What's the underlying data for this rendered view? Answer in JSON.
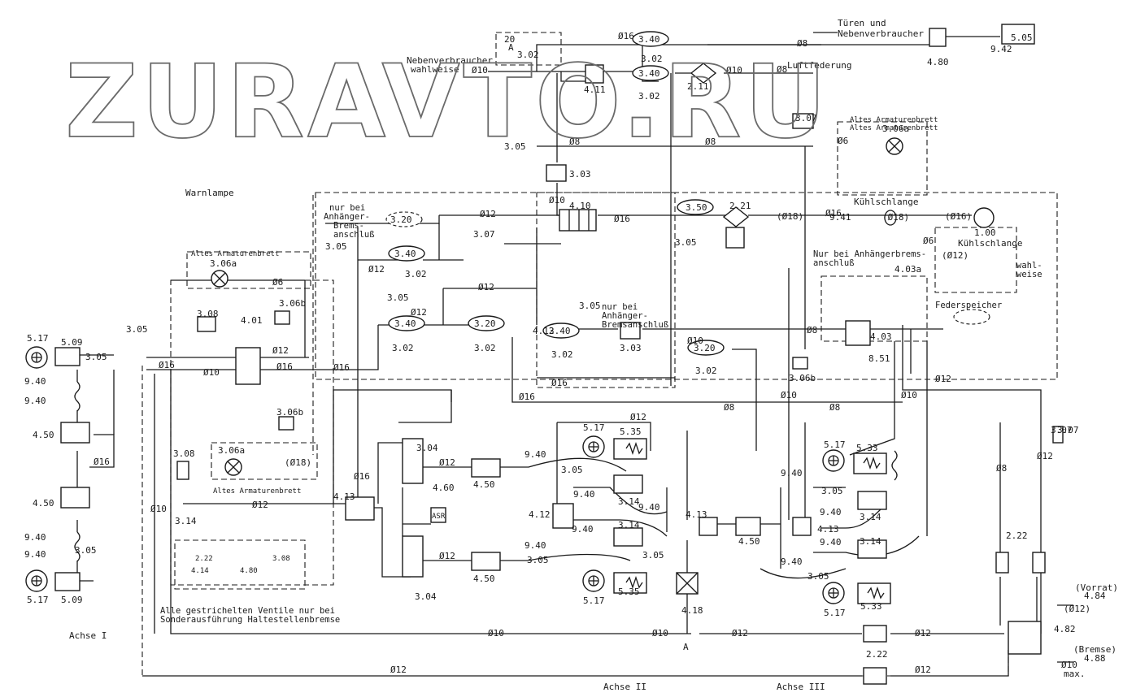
{
  "watermark": "ZURAVTO.RU",
  "notes": {
    "tueren": "Türen und",
    "nebenverbraucher": "Nebenverbraucher",
    "nebenverbraucher_wahl_1": "Nebenverbraucher",
    "nebenverbraucher_wahl_2": "wahlweise",
    "luftfederung": "Luftfederung",
    "warnlampe": "Warnlampe",
    "anhaenger_1": "nur bei",
    "anhaenger_2": "Anhänger-",
    "anhaenger_3": "Brems-",
    "anhaenger_4": "anschluß",
    "anh2_1": "nur bei",
    "anh2_2": "Anhänger-",
    "anh2_3": "Bremsanschluß",
    "kuehl1": "Kühlschlange",
    "kuehl2": "Kühlschlange",
    "wahl_1": "wahl-",
    "wahl_2": "weise",
    "nur_anh": "Nur bei Anhängerbrems-",
    "nur_anh2": "anschluß",
    "federspeicher": "Federspeicher",
    "altes1": "Altes Armaturenbrett",
    "altes2": "Altes Armaturenbrett",
    "altes3": "Altes Armaturenbrett",
    "altes4": "Altes Armaturenbrett",
    "dashed_note_1": "Alle gestrichelten Ventile nur bei",
    "dashed_note_2": "Sonderausführung Haltestellenbremse",
    "vorrat": "(Vorrat)",
    "bremse": "(Bremse)"
  },
  "axles": {
    "achse1": "Achse I",
    "achse2": "Achse II",
    "achse3": "Achse III"
  },
  "components": [
    {
      "id": "c1",
      "label": "3.40"
    },
    {
      "id": "c2",
      "label": "3.02"
    },
    {
      "id": "c3",
      "label": "3.40"
    },
    {
      "id": "c4",
      "label": "3.02"
    },
    {
      "id": "c5",
      "label": "4.11"
    },
    {
      "id": "c6",
      "label": "2.11"
    },
    {
      "id": "c7",
      "label": "4.80"
    },
    {
      "id": "c8",
      "label": "5.05"
    },
    {
      "id": "c9",
      "label": "9.42"
    },
    {
      "id": "c10",
      "label": "3.03"
    },
    {
      "id": "c11",
      "label": "3.05"
    },
    {
      "id": "c12",
      "label": "3.07"
    },
    {
      "id": "c13",
      "label": "3.06a"
    },
    {
      "id": "c14",
      "label": "4.10"
    },
    {
      "id": "c15",
      "label": "3.50"
    },
    {
      "id": "c16",
      "label": "2.21"
    },
    {
      "id": "c17",
      "label": "3.20"
    },
    {
      "id": "c18",
      "label": "3.07"
    },
    {
      "id": "c19",
      "label": "3.40"
    },
    {
      "id": "c20",
      "label": "3.02"
    },
    {
      "id": "c21",
      "label": "3.06a"
    },
    {
      "id": "c22",
      "label": "3.08"
    },
    {
      "id": "c23",
      "label": "4.01"
    },
    {
      "id": "c24",
      "label": "3.06b"
    },
    {
      "id": "c25",
      "label": "3.40"
    },
    {
      "id": "c26",
      "label": "3.02"
    },
    {
      "id": "c27",
      "label": "3.20"
    },
    {
      "id": "c28",
      "label": "3.02"
    },
    {
      "id": "c29",
      "label": "3.40"
    },
    {
      "id": "c30",
      "label": "3.02"
    },
    {
      "id": "c31",
      "label": "3.03"
    },
    {
      "id": "c32",
      "label": "3.20"
    },
    {
      "id": "c33",
      "label": "3.02"
    },
    {
      "id": "c34",
      "label": "4.03a"
    },
    {
      "id": "c35",
      "label": "4.03"
    },
    {
      "id": "c36",
      "label": "8.51"
    },
    {
      "id": "c37",
      "label": "3.07"
    },
    {
      "id": "c38",
      "label": "3.06b"
    },
    {
      "id": "c39",
      "label": "1.00"
    },
    {
      "id": "c40",
      "label": "9.41"
    },
    {
      "id": "c41",
      "label": "5.17"
    },
    {
      "id": "c42",
      "label": "5.09"
    },
    {
      "id": "c43",
      "label": "4.50"
    },
    {
      "id": "c44",
      "label": "4.50"
    },
    {
      "id": "c45",
      "label": "5.17"
    },
    {
      "id": "c46",
      "label": "5.09"
    },
    {
      "id": "c47",
      "label": "3.06b"
    },
    {
      "id": "c48",
      "label": "3.08"
    },
    {
      "id": "c49",
      "label": "3.06a"
    },
    {
      "id": "c50",
      "label": "3.14"
    },
    {
      "id": "c51",
      "label": "4.13"
    },
    {
      "id": "c52",
      "label": "3.04"
    },
    {
      "id": "c53",
      "label": "3.04"
    },
    {
      "id": "c54",
      "label": "4.50"
    },
    {
      "id": "c55",
      "label": "4.50"
    },
    {
      "id": "c56",
      "label": "ASR"
    },
    {
      "id": "c57",
      "label": "4.60"
    },
    {
      "id": "c58",
      "label": "4.12"
    },
    {
      "id": "c59",
      "label": "5.17"
    },
    {
      "id": "c60",
      "label": "5.35"
    },
    {
      "id": "c61",
      "label": "3.14"
    },
    {
      "id": "c62",
      "label": "3.14"
    },
    {
      "id": "c63",
      "label": "5.17"
    },
    {
      "id": "c64",
      "label": "5.35"
    },
    {
      "id": "c65",
      "label": "4.13"
    },
    {
      "id": "c66",
      "label": "4.18"
    },
    {
      "id": "c67",
      "label": "4.50"
    },
    {
      "id": "c68",
      "label": "4.13"
    },
    {
      "id": "c69",
      "label": "5.17"
    },
    {
      "id": "c70",
      "label": "5.33"
    },
    {
      "id": "c71",
      "label": "3.14"
    },
    {
      "id": "c72",
      "label": "3.14"
    },
    {
      "id": "c73",
      "label": "5.17"
    },
    {
      "id": "c74",
      "label": "5.33"
    },
    {
      "id": "c75",
      "label": "2.22"
    },
    {
      "id": "c76",
      "label": "3.07"
    },
    {
      "id": "c77",
      "label": "4.82"
    },
    {
      "id": "c78",
      "label": "4.84"
    },
    {
      "id": "c79",
      "label": "4.88"
    },
    {
      "id": "c80",
      "label": "2.22"
    },
    {
      "id": "c81",
      "label": "3.02"
    }
  ],
  "labels": [
    "3.05",
    "3.05",
    "3.05",
    "3.05",
    "3.05",
    "3.05",
    "3.05",
    "3.05",
    "3.05",
    "3.05",
    "3.05",
    "3.05",
    "9.40",
    "9.40",
    "9.40",
    "9.40",
    "9.40",
    "9.40",
    "9.40",
    "9.40",
    "9.40",
    "9.40",
    "9.40",
    "9.40",
    "9.40",
    "Ø16",
    "Ø16",
    "Ø16",
    "Ø16",
    "Ø16",
    "Ø16",
    "Ø16",
    "Ø16",
    "Ø16",
    "Ø16",
    "Ø12",
    "Ø12",
    "Ø12",
    "Ø12",
    "Ø12",
    "Ø12",
    "Ø12",
    "Ø12",
    "Ø12",
    "Ø12",
    "Ø12",
    "Ø12",
    "Ø12",
    "Ø12",
    "Ø12",
    "Ø10",
    "Ø10",
    "Ø10",
    "Ø10",
    "Ø10",
    "Ø10",
    "Ø10",
    "Ø10",
    "Ø10",
    "Ø10",
    "Ø10",
    "Ø8",
    "Ø8",
    "Ø8",
    "Ø8",
    "Ø8",
    "Ø8",
    "Ø8",
    "Ø8",
    "Ø6",
    "Ø6",
    "Ø6",
    "(Ø18)",
    "(Ø18)",
    "(Ø18)",
    "(Ø16)",
    "(Ø12)",
    "(Ø12)",
    "max.",
    "20",
    "A",
    "A",
    "4.12",
    "4.14",
    "4.80",
    "3.08",
    "2.22"
  ]
}
